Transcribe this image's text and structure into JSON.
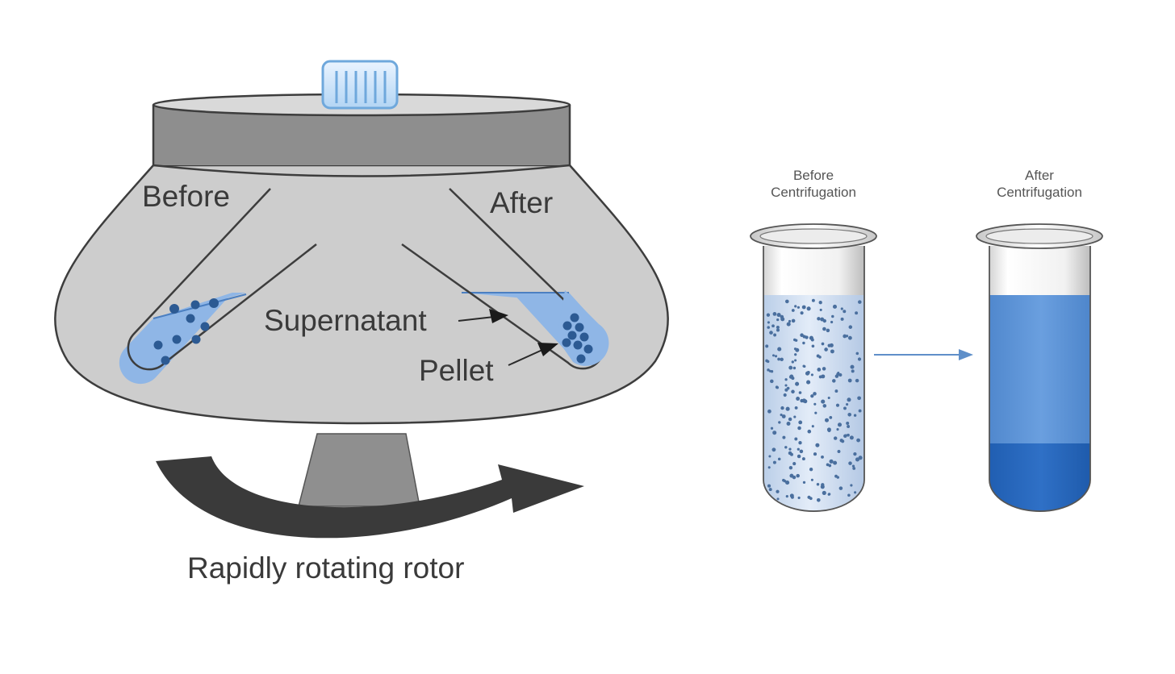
{
  "rotor_diagram": {
    "label_before": "Before",
    "label_after": "After",
    "label_supernatant": "Supernatant",
    "label_pellet": "Pellet",
    "caption": "Rapidly rotating rotor"
  },
  "tube_diagram": {
    "before_line1": "Before",
    "before_line2": "Centrifugation",
    "after_line1": "After",
    "after_line2": "Centrifugation"
  },
  "colors": {
    "rotor_body": "#cdcdcd",
    "rotor_lid": "#8e8e8e",
    "liquid": "#8fb6e6",
    "particles": "#2c5a93",
    "rotation_arrow": "#3d3d3d",
    "supernatant_blue": "#5c92d6",
    "pellet_blue": "#2868bd"
  }
}
